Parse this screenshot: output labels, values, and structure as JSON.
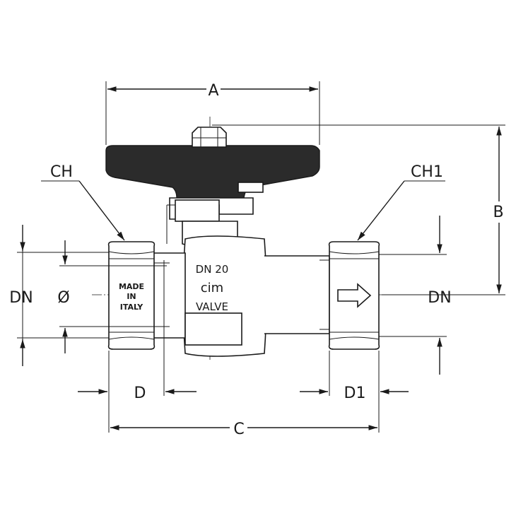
{
  "dimensions": {
    "A": "A",
    "B": "B",
    "C": "C",
    "D": "D",
    "D1": "D1",
    "CH": "CH",
    "CH1": "CH1",
    "DN_left": "DN",
    "DN_right": "DN",
    "diameter": "Ø"
  },
  "body_marks": {
    "size": "DN  20",
    "brand": "cim",
    "product": "VALVE",
    "origin_line1": "MADE",
    "origin_line2": "IN",
    "origin_line3": "ITALY"
  },
  "flow_direction_icon": "right-arrow-icon"
}
